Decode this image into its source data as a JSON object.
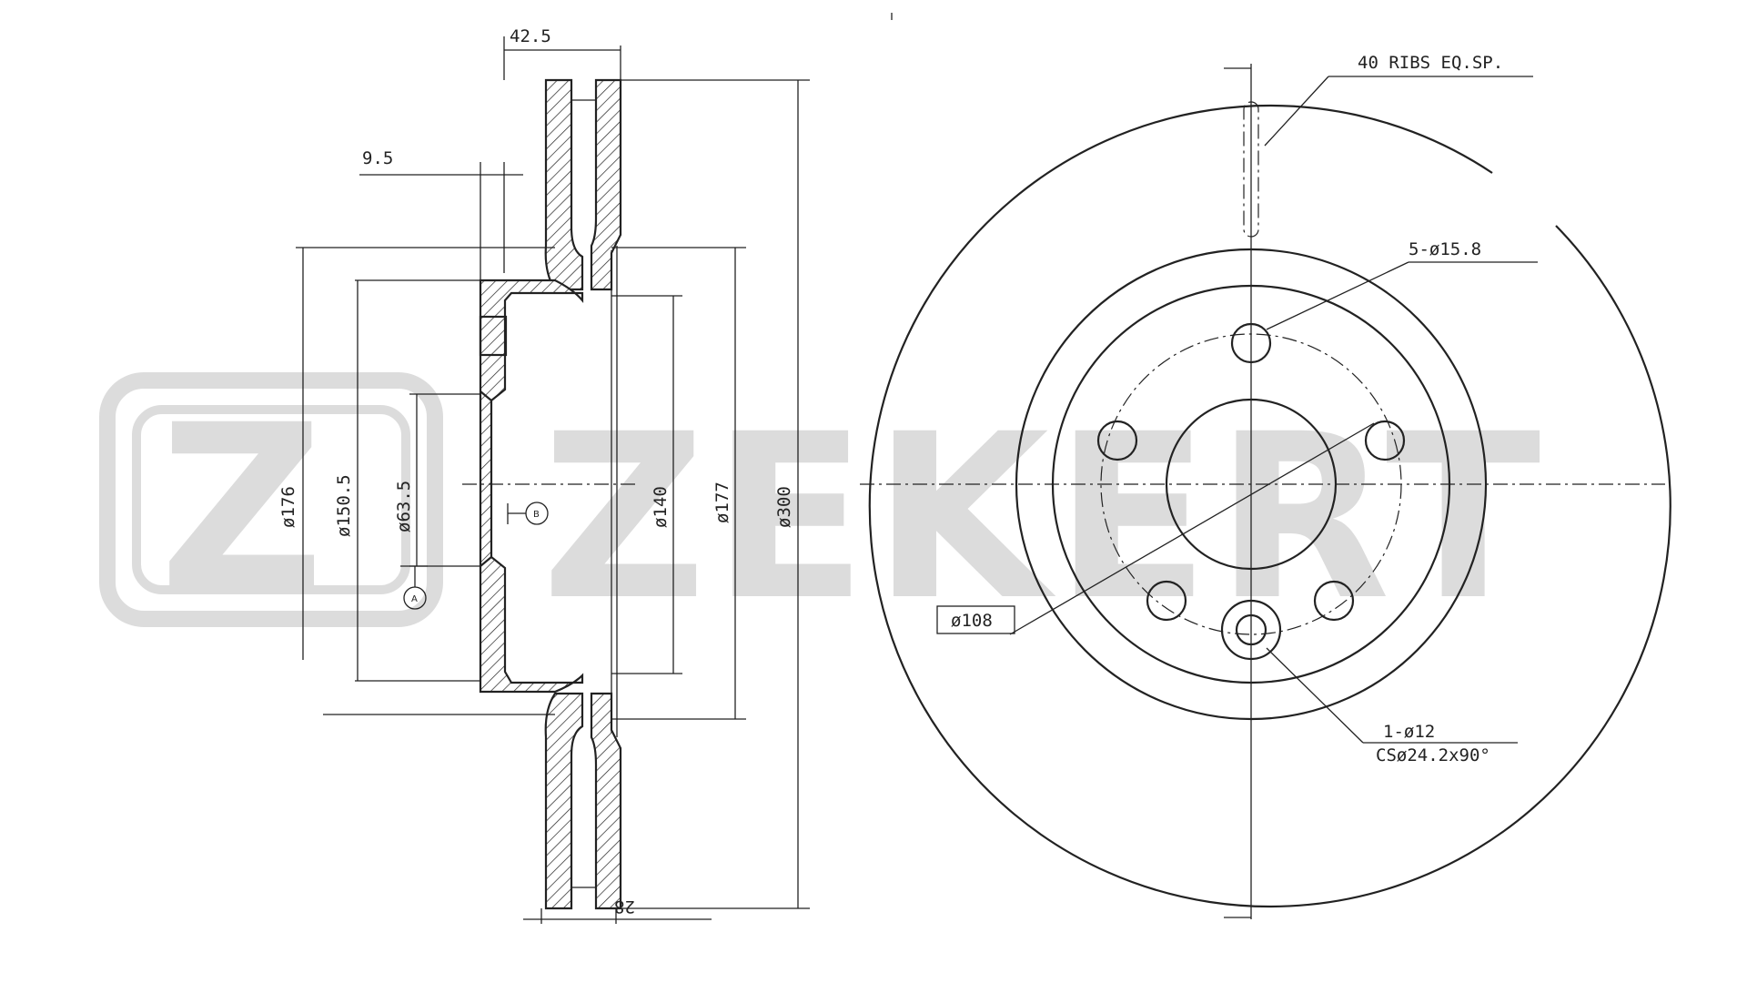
{
  "brand": {
    "name": "ZEKERT",
    "color": "#dcdcdc"
  },
  "section_view": {
    "dims": {
      "offset_total": "42.5",
      "hub_step": "9.5",
      "d176": "ø176",
      "d150_5": "ø150.5",
      "d63_5": "ø63.5",
      "d140": "ø140",
      "d177": "ø177",
      "d300": "ø300",
      "thickness": "28"
    },
    "datums": {
      "a": "A",
      "b": "B"
    }
  },
  "front_view": {
    "ribs": "40 RIBS EQ.SP.",
    "bolt_holes": "5-ø15.8",
    "pcd": "ø108",
    "screw_hole": "1-ø12",
    "countersink": "CSø24.2x90°"
  }
}
